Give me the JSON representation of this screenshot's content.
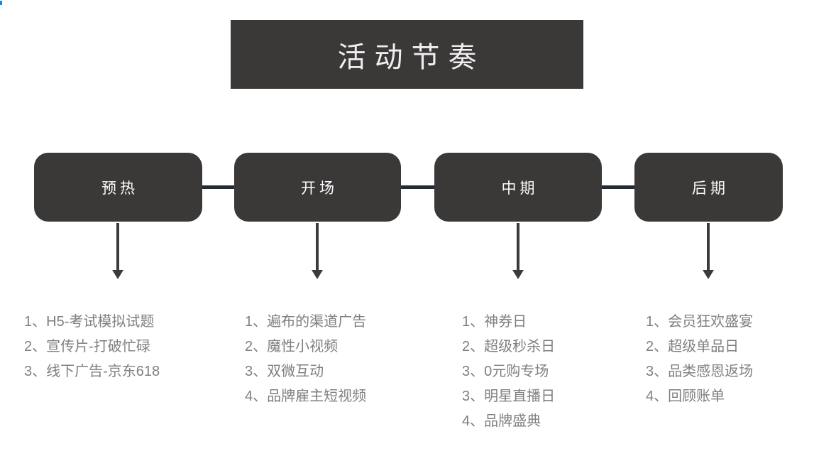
{
  "slide": {
    "background": "#ffffff"
  },
  "colors": {
    "box_background": "#3b3838",
    "connector_line": "#222b36",
    "arrow": "#3b3b3b",
    "title_text": "#f0efef",
    "box_label_text": "#fbfbfb",
    "list_text": "#7f7f7f",
    "corner_marker": "#1488e8"
  },
  "title": {
    "text": "活动节奏"
  },
  "stages": [
    {
      "label": "预热",
      "items": [
        "1、H5-考试模拟试题",
        "2、宣传片-打破忙碌",
        "3、线下广告-京东618"
      ]
    },
    {
      "label": "开场",
      "items": [
        "1、遍布的渠道广告",
        "2、魔性小视频",
        "3、双微互动",
        "4、品牌雇主短视频"
      ]
    },
    {
      "label": "中期",
      "items": [
        "1、神券日",
        "2、超级秒杀日",
        "3、0元购专场",
        "3、明星直播日",
        "4、品牌盛典"
      ]
    },
    {
      "label": "后期",
      "items": [
        "1、会员狂欢盛宴",
        "2、超级单品日",
        "3、品类感恩返场",
        "4、回顾账单"
      ]
    }
  ]
}
